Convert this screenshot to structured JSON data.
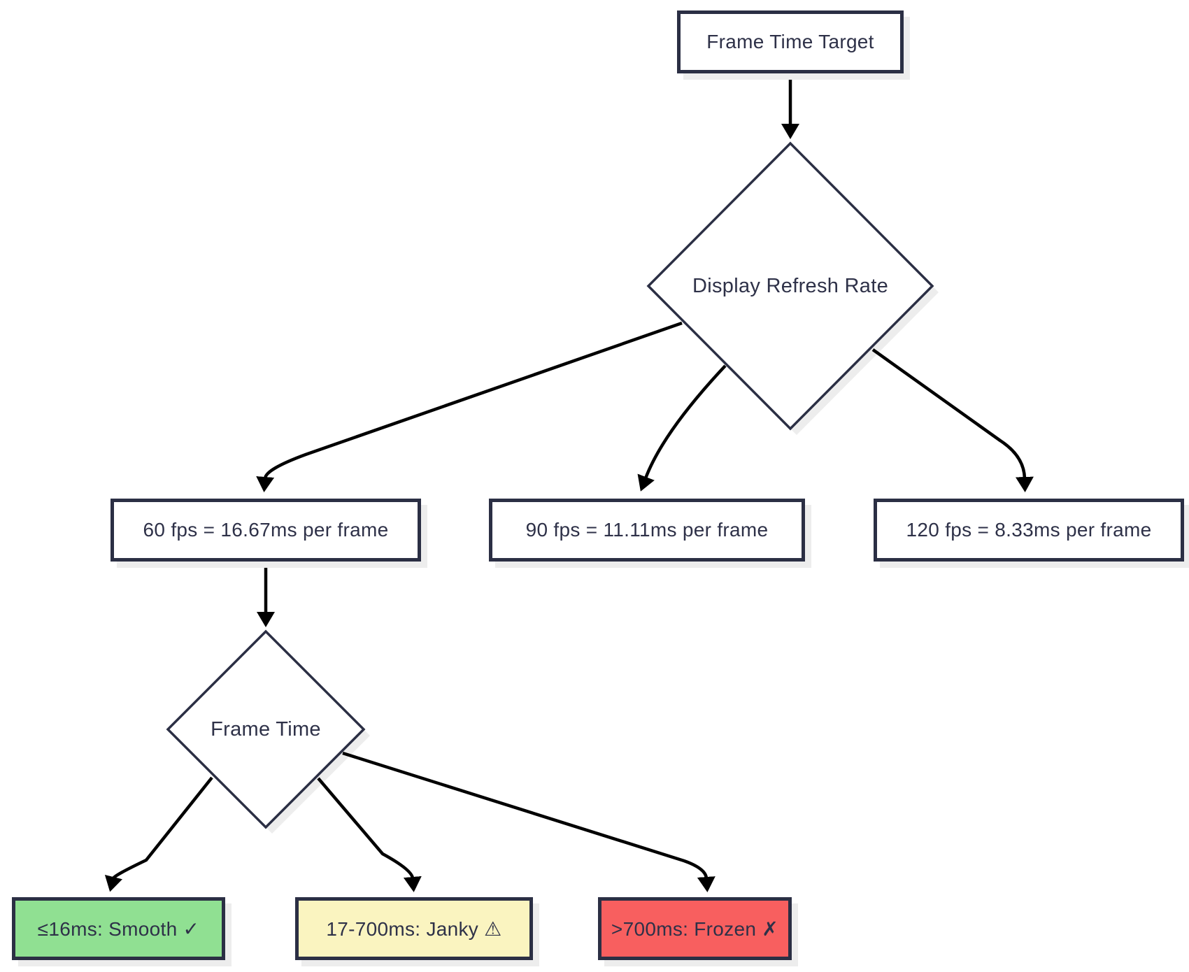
{
  "diagram": {
    "title": "Frame time decision flowchart",
    "nodes": {
      "start": {
        "label": "Frame Time Target",
        "shape": "rectangle"
      },
      "decision1": {
        "label": "Display Refresh Rate",
        "shape": "diamond"
      },
      "fps60": {
        "label": "60 fps = 16.67ms per frame",
        "shape": "rectangle"
      },
      "fps90": {
        "label": "90 fps = 11.11ms per frame",
        "shape": "rectangle"
      },
      "fps120": {
        "label": "120 fps = 8.33ms per frame",
        "shape": "rectangle"
      },
      "decision2": {
        "label": "Frame Time",
        "shape": "diamond"
      },
      "smooth": {
        "label": "≤16ms: Smooth ✓",
        "shape": "rectangle",
        "status_color": "#90e092"
      },
      "janky": {
        "label": "17-700ms: Janky ⚠",
        "shape": "rectangle",
        "status_color": "#faf4c0"
      },
      "frozen": {
        "label": ">700ms: Frozen ✗",
        "shape": "rectangle",
        "status_color": "#f85f5f"
      }
    },
    "edges": [
      {
        "from": "start",
        "to": "decision1"
      },
      {
        "from": "decision1",
        "to": "fps60"
      },
      {
        "from": "decision1",
        "to": "fps90"
      },
      {
        "from": "decision1",
        "to": "fps120"
      },
      {
        "from": "fps60",
        "to": "decision2"
      },
      {
        "from": "decision2",
        "to": "smooth"
      },
      {
        "from": "decision2",
        "to": "janky"
      },
      {
        "from": "decision2",
        "to": "frozen"
      }
    ],
    "colors": {
      "outline": "#2b2f44",
      "text": "#2e3148",
      "arrow": "#000000",
      "node_fill": "#ffffff",
      "shadow": "#ededed",
      "smooth_green": "#90e092",
      "janky_yellow": "#faf4c0",
      "frozen_red": "#f85f5f",
      "background": "#ffffff"
    }
  }
}
